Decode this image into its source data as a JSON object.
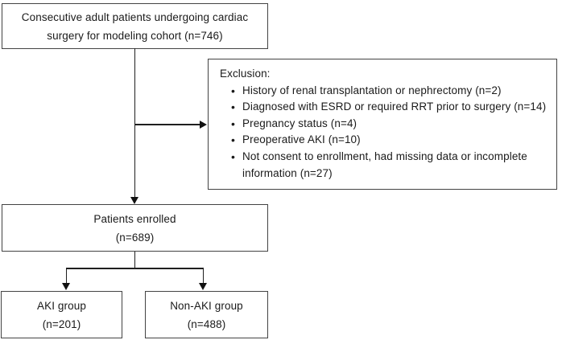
{
  "diagram": {
    "type": "flowchart",
    "boxes": {
      "cohort": {
        "line1": "Consecutive adult patients undergoing cardiac",
        "line2": "surgery for modeling cohort (n=746)",
        "n": 746
      },
      "exclusion": {
        "title": "Exclusion:",
        "items": [
          "History of renal transplantation or nephrectomy (n=2)",
          "Diagnosed with ESRD or required RRT prior to surgery (n=14)",
          "Pregnancy status (n=4)",
          "Preoperative AKI (n=10)",
          "Not consent to enrollment, had missing data or incomplete information (n=27)"
        ],
        "item_counts": [
          2,
          14,
          4,
          10,
          27
        ]
      },
      "enrolled": {
        "line1": "Patients enrolled",
        "line2": "(n=689)",
        "n": 689
      },
      "aki": {
        "line1": "AKI group",
        "line2": "(n=201)",
        "n": 201
      },
      "non_aki": {
        "line1": "Non-AKI group",
        "line2": "(n=488)",
        "n": 488
      }
    },
    "colors": {
      "background": "#ffffff",
      "box_border": "#434343",
      "connector_line": "#1f1f1f",
      "text": "#1a1a1a"
    }
  }
}
